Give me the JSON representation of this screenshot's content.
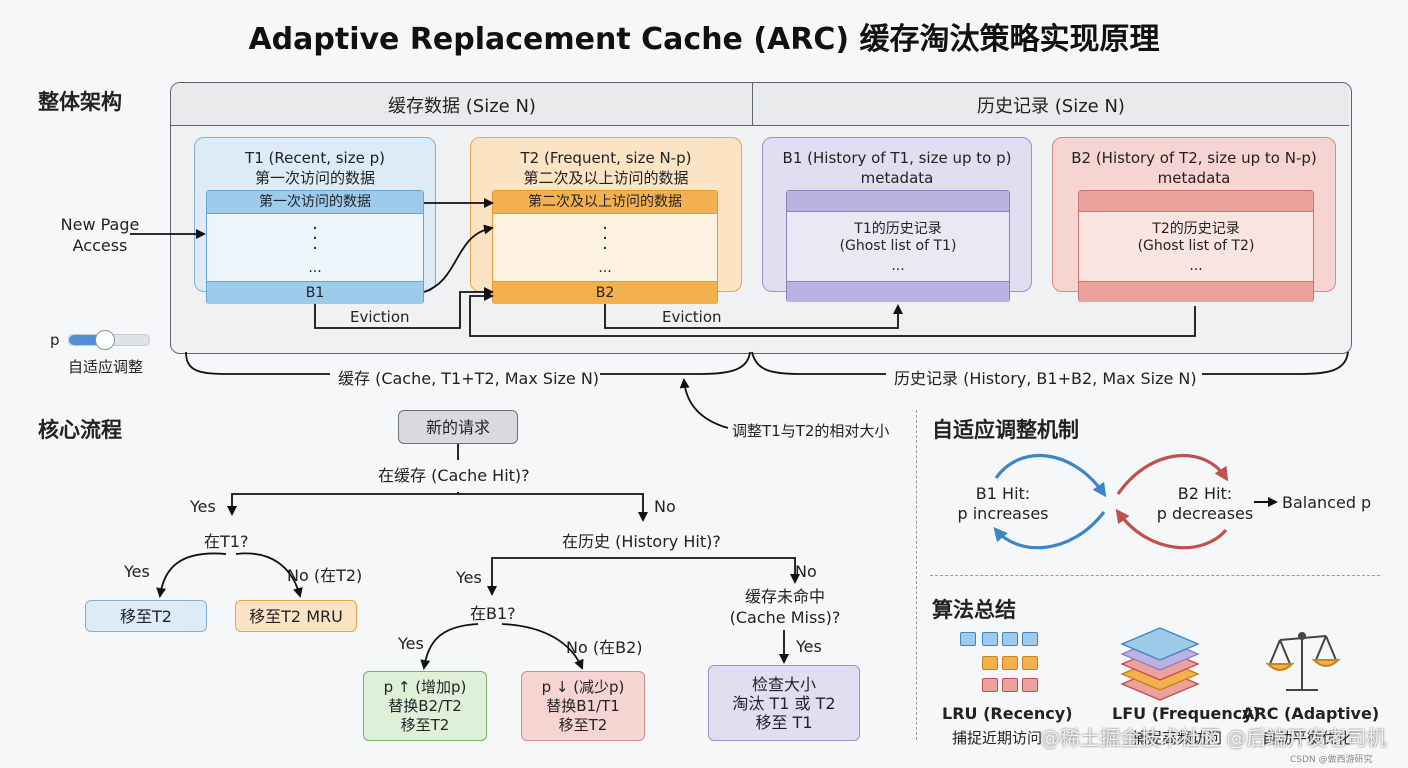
{
  "title": "Adaptive Replacement Cache (ARC) 缓存淘汰策略实现原理",
  "sections": {
    "architecture": "整体架构",
    "core_flow": "核心流程",
    "adaptive": "自适应调整机制",
    "summary": "算法总结"
  },
  "architecture": {
    "cache_header": "缓存数据 (Size N)",
    "history_header": "历史记录 (Size N)",
    "new_access": "New Page\nAccess",
    "t1": {
      "title": "T1 (Recent, size p)",
      "subtitle": "第一次访问的数据",
      "inner_head": "第一次访问的数据",
      "ellipsis": "...",
      "footer": "B1"
    },
    "t2": {
      "title": "T2 (Frequent, size N-p)",
      "subtitle": "第二次及以上访问的数据",
      "inner_head": "第二次及以上访问的数据",
      "ellipsis": "...",
      "footer": "B2"
    },
    "b1": {
      "title": "B1 (History of T1, size up to p)",
      "subtitle": "metadata",
      "inner_line1": "T1的历史记录",
      "inner_line2": "(Ghost list of T1)",
      "ellipsis": "..."
    },
    "b2": {
      "title": "B2 (History of T2, size up to N-p)",
      "subtitle": "metadata",
      "inner_line1": "T2的历史记录",
      "inner_line2": "(Ghost list of T2)",
      "ellipsis": "..."
    },
    "eviction_1": "Eviction",
    "eviction_2": "Eviction",
    "p_label": "p",
    "p_caption": "自适应调整",
    "p_value": 0.45,
    "cache_brace": "缓存 (Cache, T1+T2, Max Size N)",
    "history_brace": "历史记录 (History, B1+B2, Max Size N)",
    "adjust_note": "调整T1与T2的相对大小"
  },
  "flow": {
    "request": "新的请求",
    "q_cache": "在缓存 (Cache Hit)?",
    "yes1": "Yes",
    "no1": "No",
    "q_t1": "在T1?",
    "yes2": "Yes",
    "no2": "No (在T2)",
    "move_t2": "移至T2",
    "move_t2_mru": "移至T2 MRU",
    "q_history": "在历史 (History Hit)?",
    "yes3": "Yes",
    "no3": "No",
    "q_b1": "在B1?",
    "yes4": "Yes",
    "no4": "No (在B2)",
    "inc_box": [
      "p ↑ (增加p)",
      "替换B2/T2",
      "移至T2"
    ],
    "dec_box": [
      "p ↓ (减少p)",
      "替换B1/T1",
      "移至T2"
    ],
    "miss_q": [
      "缓存未命中",
      "(Cache Miss)?"
    ],
    "yes5": "Yes",
    "miss_box": [
      "检查大小",
      "淘汰 T1 或 T2",
      "移至 T1"
    ]
  },
  "adaptive": {
    "b1_hit": [
      "B1 Hit:",
      "p increases"
    ],
    "b2_hit": [
      "B2 Hit:",
      "p decreases"
    ],
    "result": "Balanced p"
  },
  "summary": {
    "lru": {
      "name": "LRU (Recency)",
      "desc": "捕捉近期访问"
    },
    "lfu": {
      "name": "LFU (Frequency)",
      "desc": "捕捉高频访问"
    },
    "arc": {
      "name": "ARC (Adaptive)",
      "desc": "自动平衡优化"
    }
  },
  "watermark": "@稀土掘金技术社区 @后端开发老司机",
  "credit": "CSDN @做西游研究",
  "colors": {
    "t1": "#dcebf6",
    "t2": "#fbe3c4",
    "b1": "#e2def1",
    "b2": "#f6d4d2",
    "t1_accent": "#9fcbeb",
    "t2_accent": "#f3b04f",
    "b1_accent": "#bbb2e2",
    "b2_accent": "#eba19c",
    "blue_arrow": "#3b86c6",
    "red_arrow": "#c0504d"
  }
}
